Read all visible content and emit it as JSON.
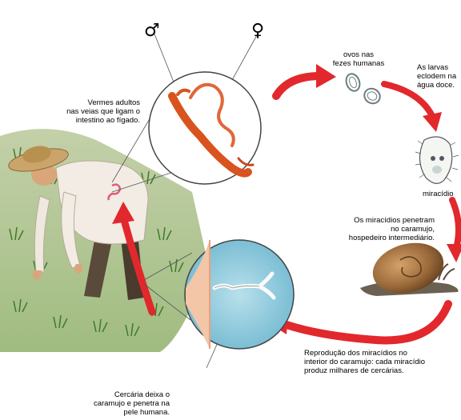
{
  "diagram": {
    "symbols": {
      "male": "♂",
      "female": "♀"
    },
    "labels": {
      "adult_worms": "Vermes adultos\nnas veias que ligam o\nintestino ao fígado.",
      "eggs": "ovos nas\nfezes humanas",
      "larvae": "As larvas\neclodem na\nágua doce.",
      "miracidium": "miracídio",
      "snail": "Os miracídios penetram\nno caramujo,\nhospedeiro intermediário.",
      "reproduction": "Reprodução dos miracídios no\ninterior do caramujo: cada miracídio\nproduz milhares de cercárias.",
      "cercaria": "Cercária deixa o\ncaramujo e penetra na\npele humana."
    },
    "colors": {
      "arrow": "#e2282c",
      "worm": "#d9531e",
      "water": "#8fc9dc",
      "field": "#7fa24a",
      "snail_shell": "#9b6a3a"
    }
  }
}
